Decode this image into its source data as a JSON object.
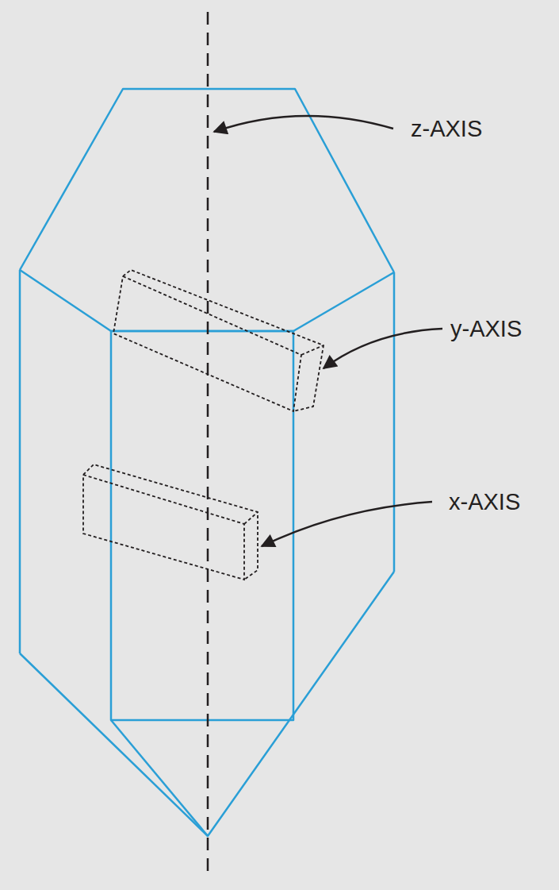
{
  "diagram": {
    "labels": [
      "z-AXIS",
      "y-AXIS",
      "x-AXIS"
    ]
  }
}
